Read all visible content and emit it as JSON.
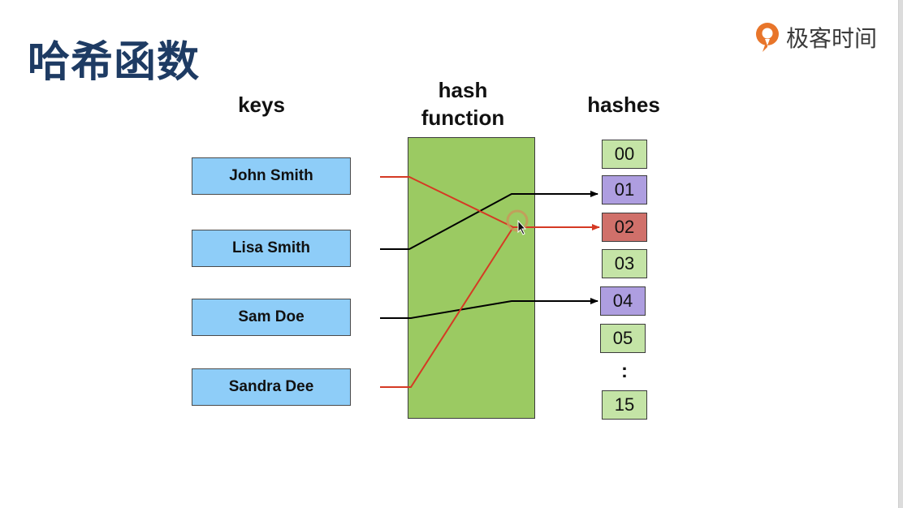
{
  "slide": {
    "title": "哈希函数",
    "logo_text": "极客时间"
  },
  "diagram": {
    "headers": {
      "keys": "keys",
      "hash_function_line1": "hash",
      "hash_function_line2": "function",
      "hashes": "hashes"
    },
    "keys": [
      "John Smith",
      "Lisa Smith",
      "Sam Doe",
      "Sandra Dee"
    ],
    "hashes": [
      {
        "label": "00",
        "state": "empty"
      },
      {
        "label": "01",
        "state": "occupied"
      },
      {
        "label": "02",
        "state": "collision"
      },
      {
        "label": "03",
        "state": "empty"
      },
      {
        "label": "04",
        "state": "occupied"
      },
      {
        "label": "05",
        "state": "empty"
      }
    ],
    "ellipsis": ":",
    "last_hash": {
      "label": "15",
      "state": "empty"
    },
    "mappings": [
      {
        "key": "John Smith",
        "hash": "02",
        "color": "red"
      },
      {
        "key": "Lisa Smith",
        "hash": "01",
        "color": "black"
      },
      {
        "key": "Sam Doe",
        "hash": "04",
        "color": "black"
      },
      {
        "key": "Sandra Dee",
        "hash": "02",
        "color": "red"
      }
    ]
  },
  "colors": {
    "title": "#1e3b63",
    "key_fill": "#8ecdf8",
    "hash_function_fill": "#9bca62",
    "empty_slot": "#c4e4a6",
    "occupied_slot": "#ae9ee0",
    "collision_slot": "#d0706a",
    "collision_line": "#d53a24",
    "normal_line": "#000000",
    "logo_orange": "#e8752a"
  }
}
